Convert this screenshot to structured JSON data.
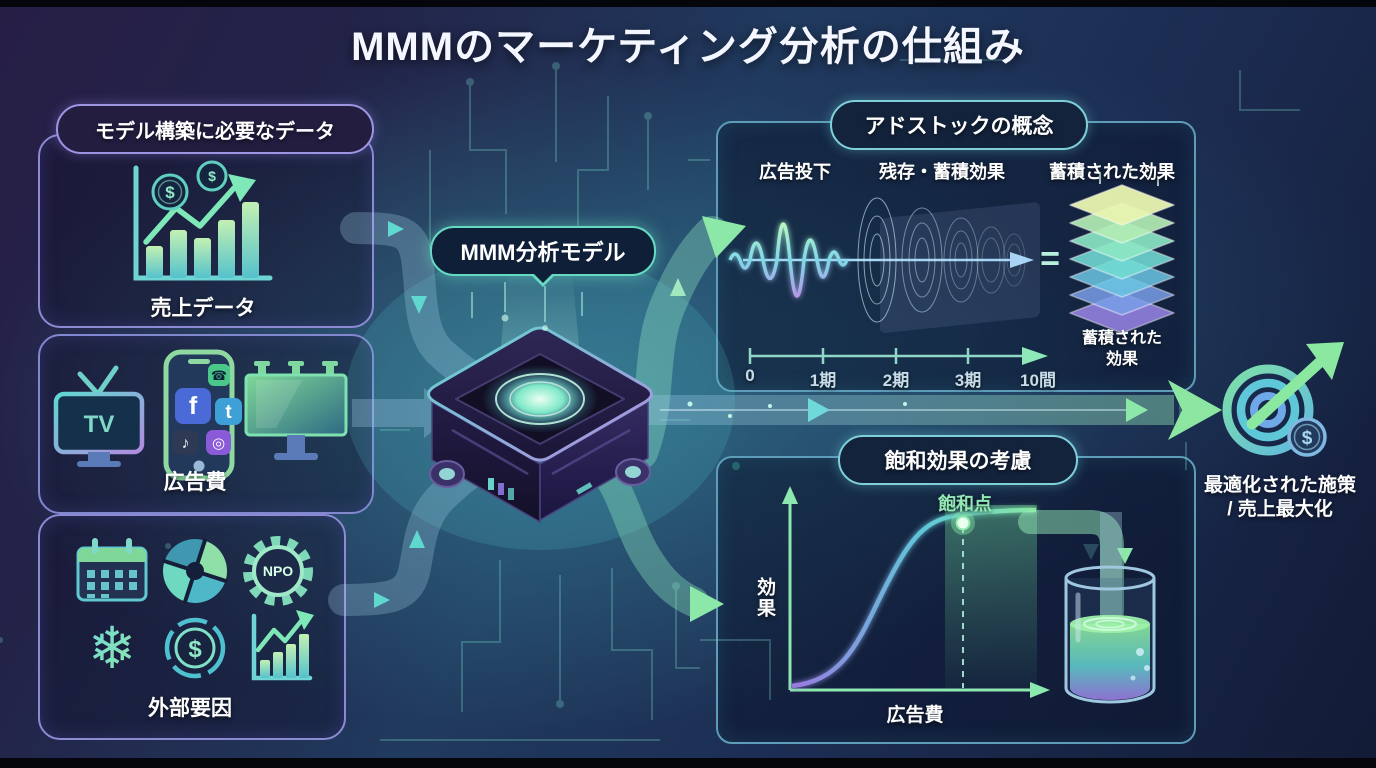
{
  "title": "MMMのマーケティング分析の仕組み",
  "colors": {
    "accent_green": "#8ce8a8",
    "accent_teal": "#5fd8d0",
    "accent_blue": "#6ec8f0",
    "accent_purple": "#a58ce8",
    "border_purple": "#8d8ad4",
    "border_teal": "#5e9db8",
    "panel_fill": "#121c38",
    "background_center": "#2e6b85"
  },
  "icons": {
    "dollar": "$",
    "snowflake": "❄",
    "facebook": "f",
    "twitter": "t",
    "tiktok": "♪",
    "instagram": "◎",
    "chat": "☎"
  },
  "left_panel": {
    "header": "モデル構築に必要なデータ",
    "sales": {
      "label": "売上データ"
    },
    "ads": {
      "label": "広告費",
      "tv_text": "TV"
    },
    "external": {
      "label": "外部要因",
      "npo_text": "NPO"
    }
  },
  "center": {
    "model_label": "MMM分析モデル"
  },
  "adstock": {
    "header": "アドストックの概念",
    "input_label": "広告投下",
    "decay_label": "残存・蓄積効果",
    "result_label": "蓄積された効果",
    "equals": "=",
    "stack_caption_1": "蓄積された",
    "stack_caption_2": "効果",
    "ticks": [
      "0",
      "1期",
      "2期",
      "3期",
      "10間"
    ]
  },
  "saturation": {
    "header": "飽和効果の考慮",
    "point_label": "飽和点",
    "y_label": "効果",
    "x_label": "広告費"
  },
  "outcome": {
    "line1": "最適化された施策",
    "line2": "/ 売上最大化"
  }
}
